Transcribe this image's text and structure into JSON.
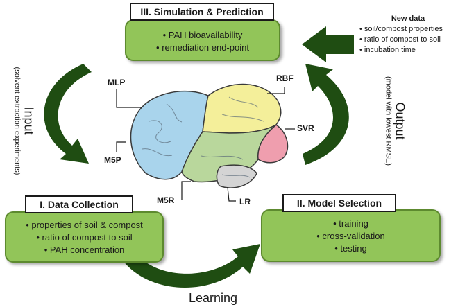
{
  "simulation": {
    "title": "III. Simulation & Prediction",
    "items": [
      "PAH bioavailability",
      "remediation end-point"
    ]
  },
  "data_collection": {
    "title": "I. Data Collection",
    "items": [
      "properties of soil & compost",
      "ratio of compost to soil",
      "PAH concentration"
    ]
  },
  "model_selection": {
    "title": "II. Model Selection",
    "items": [
      "training",
      "cross-validation",
      "testing"
    ]
  },
  "new_data": {
    "title": "New data",
    "items": [
      "soil/compost properties",
      "ratio of compost to soil",
      "incubation time"
    ]
  },
  "input": {
    "label": "Input",
    "sub": "(solvent extraction experiments)"
  },
  "output": {
    "label": "Output",
    "sub": "(model with lowest RMSE)"
  },
  "learning": {
    "label": "Learning"
  },
  "models": {
    "mlp": "MLP",
    "rbf": "RBF",
    "svr": "SVR",
    "m5p": "M5P",
    "m5r": "M5R",
    "lr": "LR"
  },
  "colors": {
    "box_green": "#92c559",
    "arrow_green": "#1f4d12",
    "lobe_frontal": "#a9d4ec",
    "lobe_parietal": "#f4ef9a",
    "lobe_temporal": "#b9d79c",
    "lobe_occipital": "#ef9eae"
  }
}
